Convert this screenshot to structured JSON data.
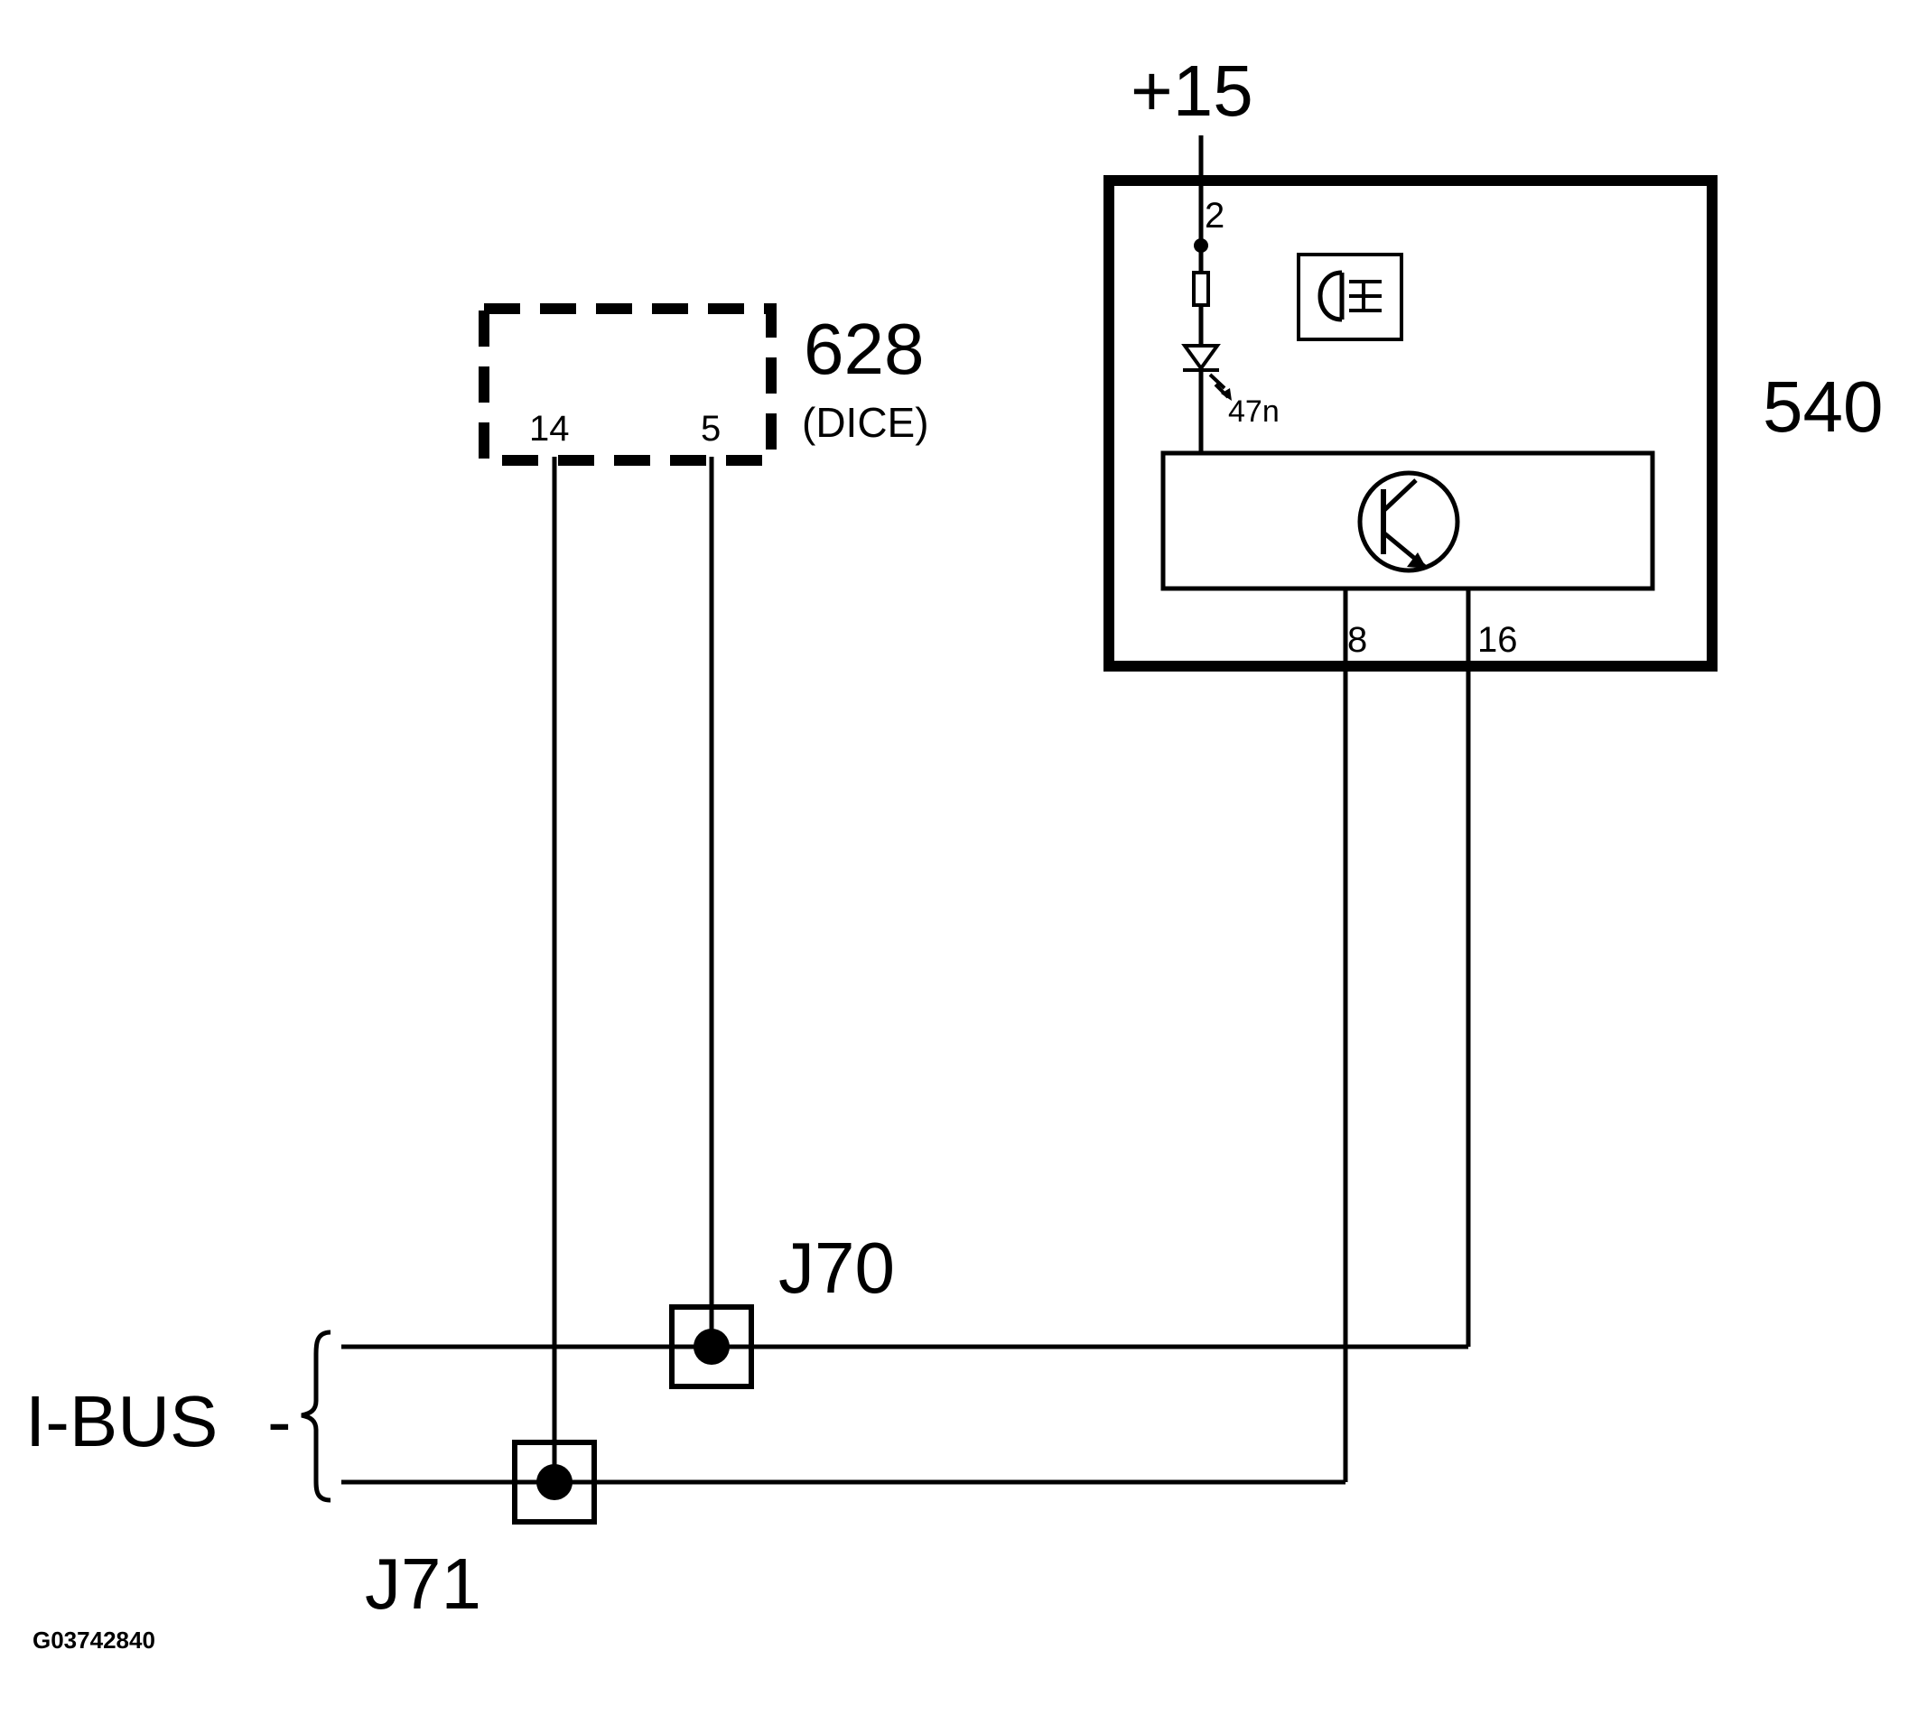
{
  "supply": {
    "label": "+15"
  },
  "modules": {
    "module_540": {
      "id": "540",
      "pins": {
        "supply": "2",
        "out_a": "8",
        "out_b": "16"
      },
      "component_value": "47n"
    },
    "module_628": {
      "id": "628",
      "subtitle": "(DICE)",
      "pins": {
        "left": "14",
        "right": "5"
      }
    }
  },
  "junctions": {
    "j70": "J70",
    "j71": "J71"
  },
  "bus": {
    "label": "I-BUS",
    "dash": "-"
  },
  "figure_code": "G03742840"
}
